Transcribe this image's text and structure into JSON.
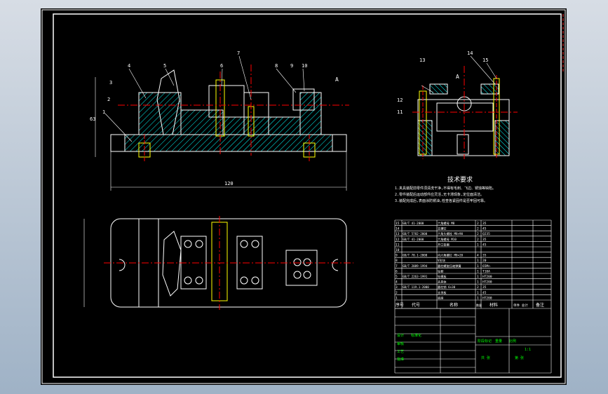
{
  "drawing": {
    "title_tech": "技术要求",
    "tech_notes": [
      "1.夹具装配前零件须清洗干净,不得有毛刺、飞边、锈蚀等缺陷。",
      "2.零件装配后运动部件应灵活,无卡滞现象,定位面清洁。",
      "3.装配完成后,表面涂防锈油,检查各紧固件是否牢固可靠。"
    ],
    "dim_width": "120",
    "dim_height": "63",
    "section_mark": "A",
    "front_callouts": [
      "1",
      "2",
      "3",
      "4",
      "5",
      "6",
      "7",
      "8",
      "9",
      "10"
    ],
    "side_callouts": [
      "11",
      "12",
      "13",
      "14",
      "15"
    ],
    "bom_headers": {
      "seq": "序号",
      "code": "代号",
      "name": "名称",
      "qty": "数量",
      "material": "材料",
      "weight": "单件 总计",
      "note": "备注"
    },
    "bom_rows": [
      [
        "15",
        "GB/T 41-2000",
        "六角螺母 M8",
        "2",
        "35",
        ""
      ],
      [
        "14",
        "",
        "支撑钉",
        "2",
        "45",
        ""
      ],
      [
        "13",
        "GB/T 5782-2000",
        "六角头螺栓 M8×90",
        "2",
        "Q235",
        ""
      ],
      [
        "12",
        "GB/T 41-2000",
        "六角螺母 M10",
        "2",
        "35",
        ""
      ],
      [
        "11",
        "",
        "开口垫圈",
        "1",
        "45",
        ""
      ],
      [
        "10",
        "",
        "",
        "",
        "",
        ""
      ],
      [
        "9",
        "GB/T 70.1-2000",
        "内六角螺钉 M8×20",
        "4",
        "35",
        ""
      ],
      [
        "8",
        "",
        "V形块",
        "1",
        "20",
        ""
      ],
      [
        "7",
        "GB/T 2089-1994",
        "圆柱螺旋压缩弹簧",
        "1",
        "65Mn",
        ""
      ],
      [
        "6",
        "",
        "钻套",
        "1",
        "T10A",
        ""
      ],
      [
        "5",
        "GB/T 2263-1991",
        "钻模板",
        "1",
        "HT200",
        ""
      ],
      [
        "4",
        "",
        "夹具体",
        "1",
        "HT200",
        ""
      ],
      [
        "3",
        "GB/T 119.1-2000",
        "圆柱销 6×30",
        "2",
        "35",
        ""
      ],
      [
        "2",
        "",
        "支承板",
        "1",
        "45",
        ""
      ],
      [
        "1",
        "",
        "底座",
        "1",
        "HT200",
        ""
      ]
    ],
    "title_block": {
      "cells": [
        "设计",
        "标准化",
        "审核",
        "工艺",
        "批准",
        "阶段标记",
        "重量",
        "比例",
        "共 张",
        "第 张"
      ],
      "ratio": "1:1"
    },
    "colors": {
      "outline": "#ffffff",
      "body": "#00ffff",
      "center": "#ff0000",
      "hatch": "#00ff00",
      "bolt": "#ffff00",
      "text": "#ffffff"
    }
  }
}
